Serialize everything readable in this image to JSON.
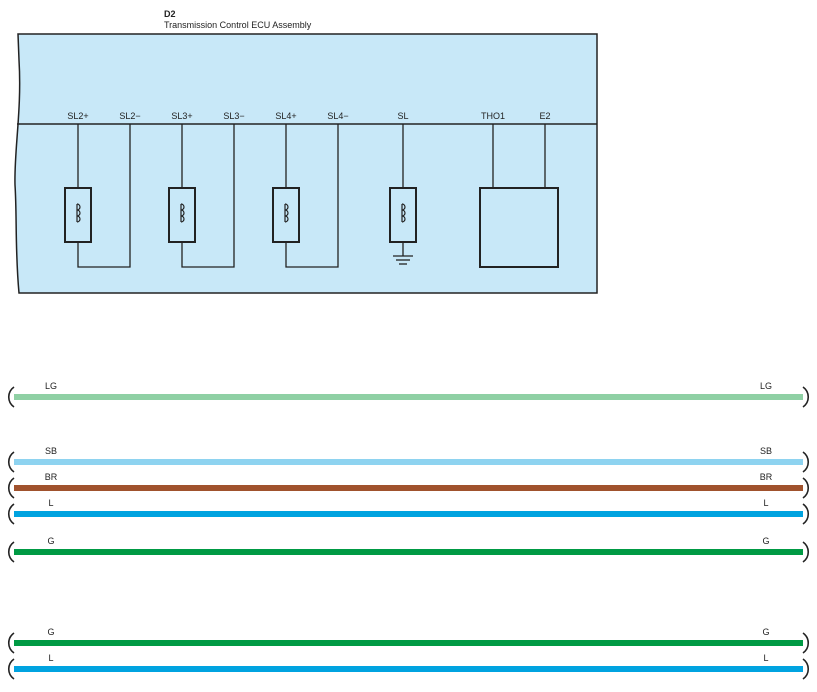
{
  "component": {
    "code": "D2",
    "name": "Transmission Control ECU Assembly",
    "fill_color": "#c8e8f8",
    "pins": [
      "SL2+",
      "SL2−",
      "SL3+",
      "SL3−",
      "SL4+",
      "SL4−",
      "SL",
      "THO1",
      "E2"
    ]
  },
  "wire_groups": [
    {
      "wires": [
        {
          "label": "LG",
          "color": "#8fd0a4"
        }
      ]
    },
    {
      "wires": [
        {
          "label": "SB",
          "color": "#8ed3f0"
        },
        {
          "label": "BR",
          "color": "#a0522d"
        },
        {
          "label": "L",
          "color": "#00a3e0"
        },
        {
          "label": "G",
          "color": "#009a44"
        }
      ]
    },
    {
      "wires": [
        {
          "label": "G",
          "color": "#009a44"
        },
        {
          "label": "L",
          "color": "#00a3e0"
        }
      ]
    }
  ],
  "icons": {
    "solenoid": "solenoid-coil-icon",
    "ground": "ground-icon",
    "break": "wire-break-icon",
    "sensor": "temperature-sensor-icon"
  }
}
